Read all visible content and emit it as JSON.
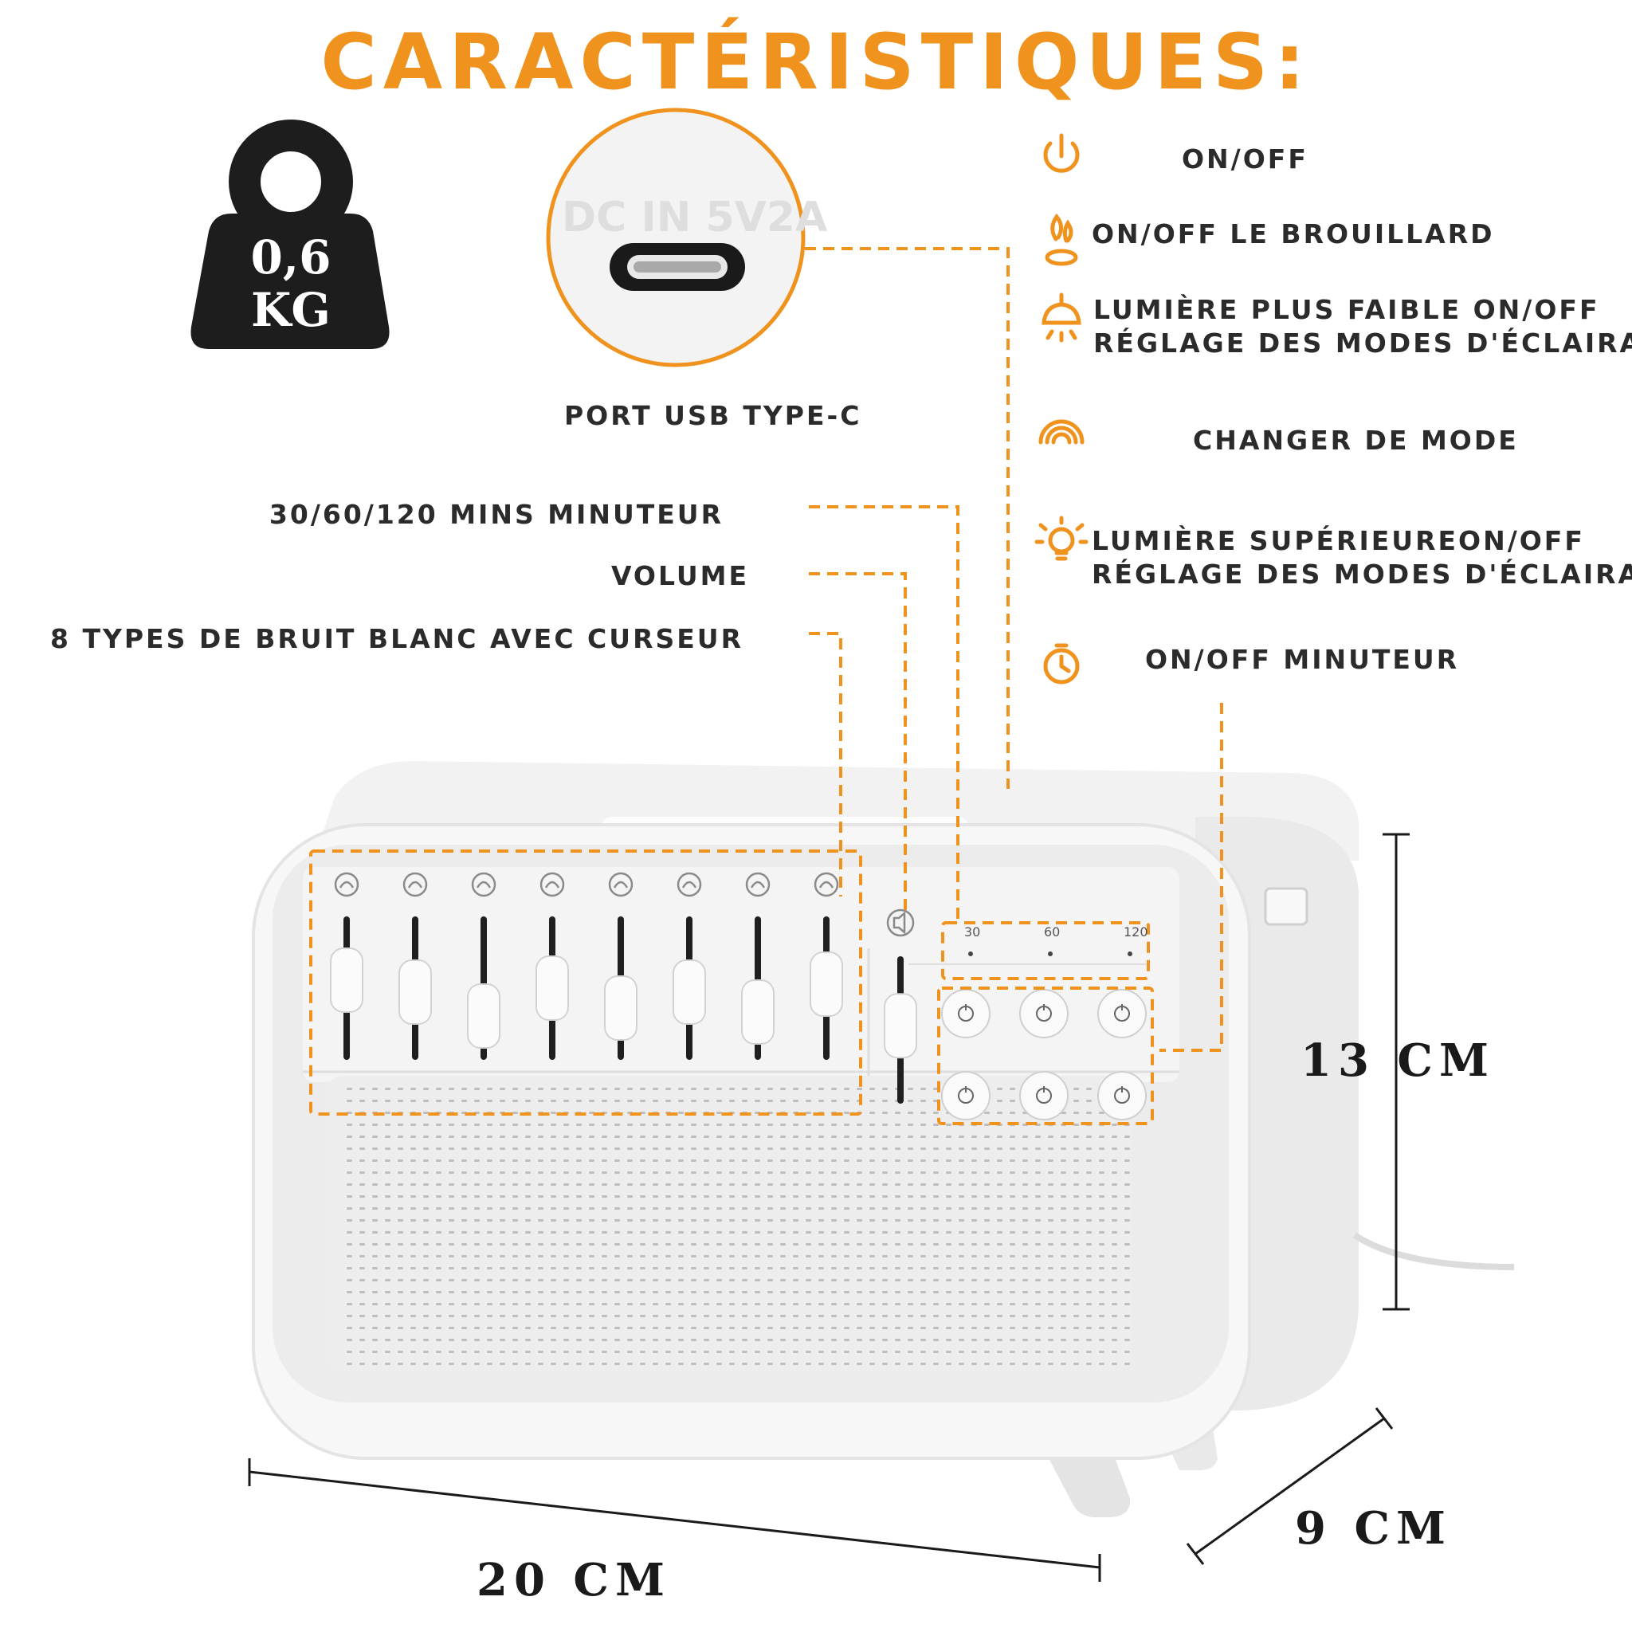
{
  "title": "CARACTÉRISTIQUES:",
  "accent_color": "#f0921e",
  "weight": {
    "value": "0,6",
    "unit": "KG",
    "icon": "weight-icon"
  },
  "port": {
    "embossed": "DC IN 5V2A",
    "label": "PORT USB TYPE-C"
  },
  "left_labels": {
    "timer": "30/60/120 MINS MINUTEUR",
    "volume": "VOLUME",
    "noise": "8 TYPES DE BRUIT BLANC AVEC CURSEUR"
  },
  "features": [
    {
      "icon": "power-icon",
      "line1": "ON/OFF",
      "line2": ""
    },
    {
      "icon": "mist-icon",
      "line1": "ON/OFF LE BROUILLARD",
      "line2": ""
    },
    {
      "icon": "ceiling-lamp-icon",
      "line1": "LUMIÈRE PLUS FAIBLE ON/OFF",
      "line2": "RÉGLAGE DES MODES D'ÉCLAIRAGE"
    },
    {
      "icon": "rainbow-mode-icon",
      "line1": "CHANGER DE MODE",
      "line2": ""
    },
    {
      "icon": "bulb-icon",
      "line1": "LUMIÈRE SUPÉRIEUREON/OFF",
      "line2": "RÉGLAGE DES MODES D'ÉCLAIRAGE"
    },
    {
      "icon": "stopwatch-icon",
      "line1": "ON/OFF MINUTEUR",
      "line2": ""
    }
  ],
  "device": {
    "timer_marks": [
      "30",
      "60",
      "120"
    ],
    "sound_icons": [
      "wind-icon",
      "thunder-icon",
      "eye-icon",
      "bird-icon",
      "fire-icon",
      "stream-icon",
      "frog-icon",
      "snail-icon"
    ],
    "slider_levels": [
      0.6,
      0.45,
      0.15,
      0.5,
      0.25,
      0.45,
      0.2,
      0.55
    ],
    "volume_level": 0.55,
    "button_icons": [
      "power-icon",
      "mist-icon",
      "ceiling-lamp-icon",
      "rainbow-mode-icon",
      "bulb-icon",
      "stopwatch-icon"
    ]
  },
  "dimensions": {
    "width": "20 CM",
    "depth": "9 CM",
    "height": "13 CM"
  }
}
